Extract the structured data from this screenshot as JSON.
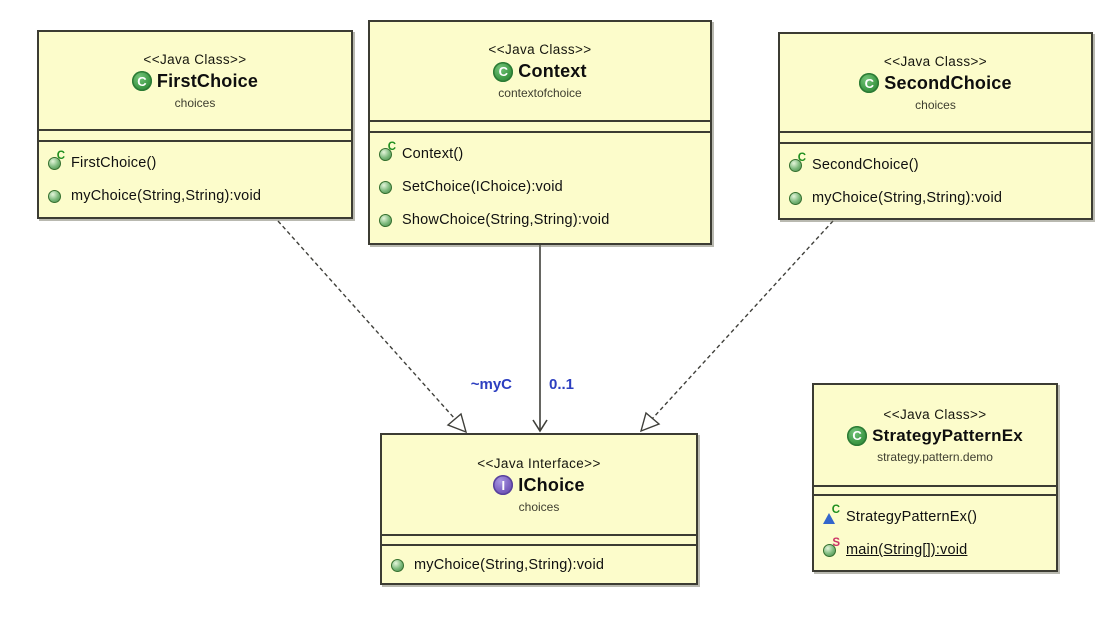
{
  "diagram": {
    "type": "uml-class-diagram",
    "colors": {
      "box_fill": "#FCFCCB",
      "box_border": "#3C3C33",
      "edge": "#3F3F3A",
      "edge_label_blue": "#2D3FC0",
      "class_icon_green": "#3F9B47",
      "interface_icon_purple": "#7A5FC0",
      "constructor_marker_green": "#1F8F1F",
      "static_marker_red": "#CC3366",
      "package_constructor_triangle_blue": "#3366CC"
    },
    "edges": {
      "association_name": "~myC",
      "association_multiplicity": "0..1"
    },
    "classes": [
      {
        "stereotype": "<<Java Class>>",
        "icon": "java-class-icon",
        "icon_letter": "C",
        "name": "FirstChoice",
        "package": "choices",
        "methods": [
          {
            "icon": "constructor-method-icon",
            "modifier": "C",
            "label": "FirstChoice()"
          },
          {
            "icon": "public-method-icon",
            "modifier": "",
            "label": "myChoice(String,String):void"
          }
        ]
      },
      {
        "stereotype": "<<Java Class>>",
        "icon": "java-class-icon",
        "icon_letter": "C",
        "name": "Context",
        "package": "contextofchoice",
        "methods": [
          {
            "icon": "constructor-method-icon",
            "modifier": "C",
            "label": "Context()"
          },
          {
            "icon": "public-method-icon",
            "modifier": "",
            "label": "SetChoice(IChoice):void"
          },
          {
            "icon": "public-method-icon",
            "modifier": "",
            "label": "ShowChoice(String,String):void"
          }
        ]
      },
      {
        "stereotype": "<<Java Class>>",
        "icon": "java-class-icon",
        "icon_letter": "C",
        "name": "SecondChoice",
        "package": "choices",
        "methods": [
          {
            "icon": "constructor-method-icon",
            "modifier": "C",
            "label": "SecondChoice()"
          },
          {
            "icon": "public-method-icon",
            "modifier": "",
            "label": "myChoice(String,String):void"
          }
        ]
      },
      {
        "stereotype": "<<Java Interface>>",
        "icon": "java-interface-icon",
        "icon_letter": "I",
        "name": "IChoice",
        "package": "choices",
        "methods": [
          {
            "icon": "public-method-icon",
            "modifier": "",
            "label": "myChoice(String,String):void"
          }
        ]
      },
      {
        "stereotype": "<<Java Class>>",
        "icon": "java-class-icon",
        "icon_letter": "C",
        "name": "StrategyPatternEx",
        "package": "strategy.pattern.demo",
        "methods": [
          {
            "icon": "package-constructor-icon",
            "modifier": "C",
            "label": "StrategyPatternEx()"
          },
          {
            "icon": "static-method-icon",
            "modifier": "S",
            "label": "main(String[]):void"
          }
        ]
      }
    ]
  }
}
